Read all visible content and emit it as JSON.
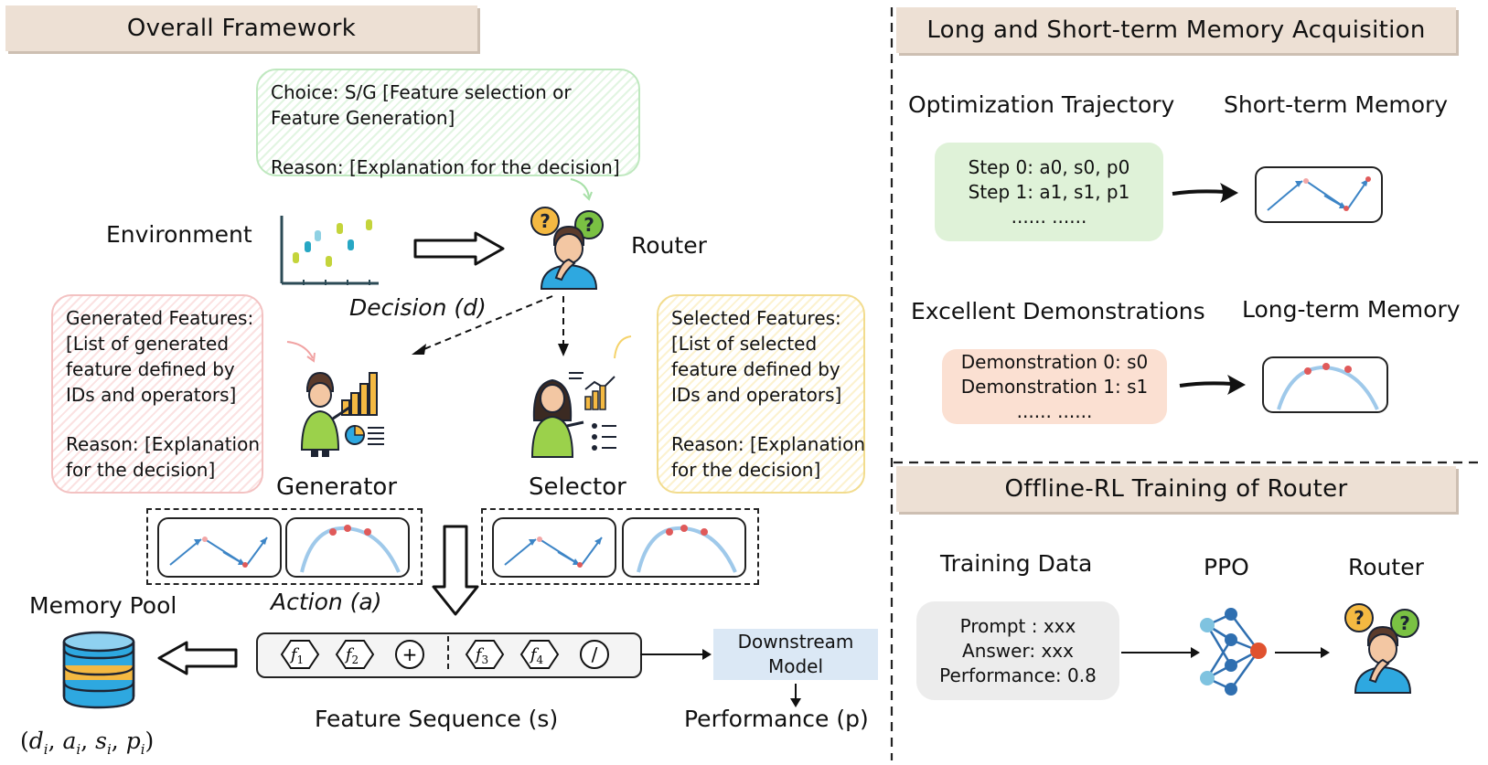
{
  "headers": {
    "overall": "Overall Framework",
    "memory": "Long and Short-term Memory Acquisition",
    "offline": "Offline-RL Training of Router"
  },
  "router_callout": {
    "line1": "Choice: S/G [Feature selection or",
    "line2": "Feature Generation]",
    "line3": "Reason: [Explanation for the decision]"
  },
  "generator_callout": {
    "lines": [
      "Generated Features:",
      "[List of generated",
      "feature defined by",
      "IDs and operators]",
      "",
      "Reason: [Explanation",
      "for the decision]"
    ]
  },
  "selector_callout": {
    "lines": [
      "Selected Features:",
      "[List of selected",
      "feature defined by",
      "IDs and operators]",
      "",
      "Reason: [Explanation",
      "for the decision]"
    ]
  },
  "labels": {
    "environment": "Environment",
    "router": "Router",
    "decision": "Decision (d)",
    "generator": "Generator",
    "selector": "Selector",
    "action": "Action (a)",
    "memory_pool": "Memory Pool",
    "feature_sequence": "Feature Sequence (s)",
    "downstream_model": "Downstream Model",
    "performance": "Performance (p)",
    "tuple_open": "(",
    "tuple_d": "d",
    "tuple_a": "a",
    "tuple_s": "s",
    "tuple_p": "p",
    "tuple_sub": "i",
    "tuple_sep": ", ",
    "tuple_close": ")"
  },
  "sequence": {
    "tokens": [
      {
        "kind": "hex",
        "base": "f",
        "sub": "1"
      },
      {
        "kind": "hex",
        "base": "f",
        "sub": "2"
      },
      {
        "kind": "circle",
        "symbol": "+"
      },
      {
        "kind": "hex",
        "base": "f",
        "sub": "3"
      },
      {
        "kind": "hex",
        "base": "f",
        "sub": "4"
      },
      {
        "kind": "circle",
        "symbol": "/"
      }
    ]
  },
  "memory_section": {
    "optimization_trajectory": "Optimization Trajectory",
    "short_term_memory": "Short-term Memory",
    "steps": [
      "Step 0: a0, s0, p0",
      "Step 1: a1, s1, p1",
      "...... ......"
    ],
    "excellent_demonstrations": "Excellent Demonstrations",
    "long_term_memory": "Long-term Memory",
    "demos": [
      "Demonstration 0: s0",
      "Demonstration 1: s1",
      "...... ......"
    ]
  },
  "offline_section": {
    "training_data": "Training Data",
    "ppo": "PPO",
    "router": "Router",
    "data_lines": [
      "Prompt : xxx",
      "Answer: xxx",
      "Performance: 0.8"
    ]
  },
  "colors": {
    "header_bg": "#ede0d4",
    "green_box": "#dff2d8",
    "peach_box": "#fbe0d2",
    "gray_box": "#ececec",
    "downstream_bg": "#dbe8f5",
    "trajectory_blue": "#3d85c6",
    "curve_blue": "#9fc9ea",
    "point_red": "#e05a5a",
    "nn_blue": "#2f6fb0",
    "nn_light": "#7fc3e0",
    "nn_red": "#e0522f"
  },
  "icons": [
    "bar-chart-icon",
    "router-person-icon",
    "generator-person-icon",
    "selector-person-icon",
    "database-icon",
    "neural-network-icon"
  ]
}
